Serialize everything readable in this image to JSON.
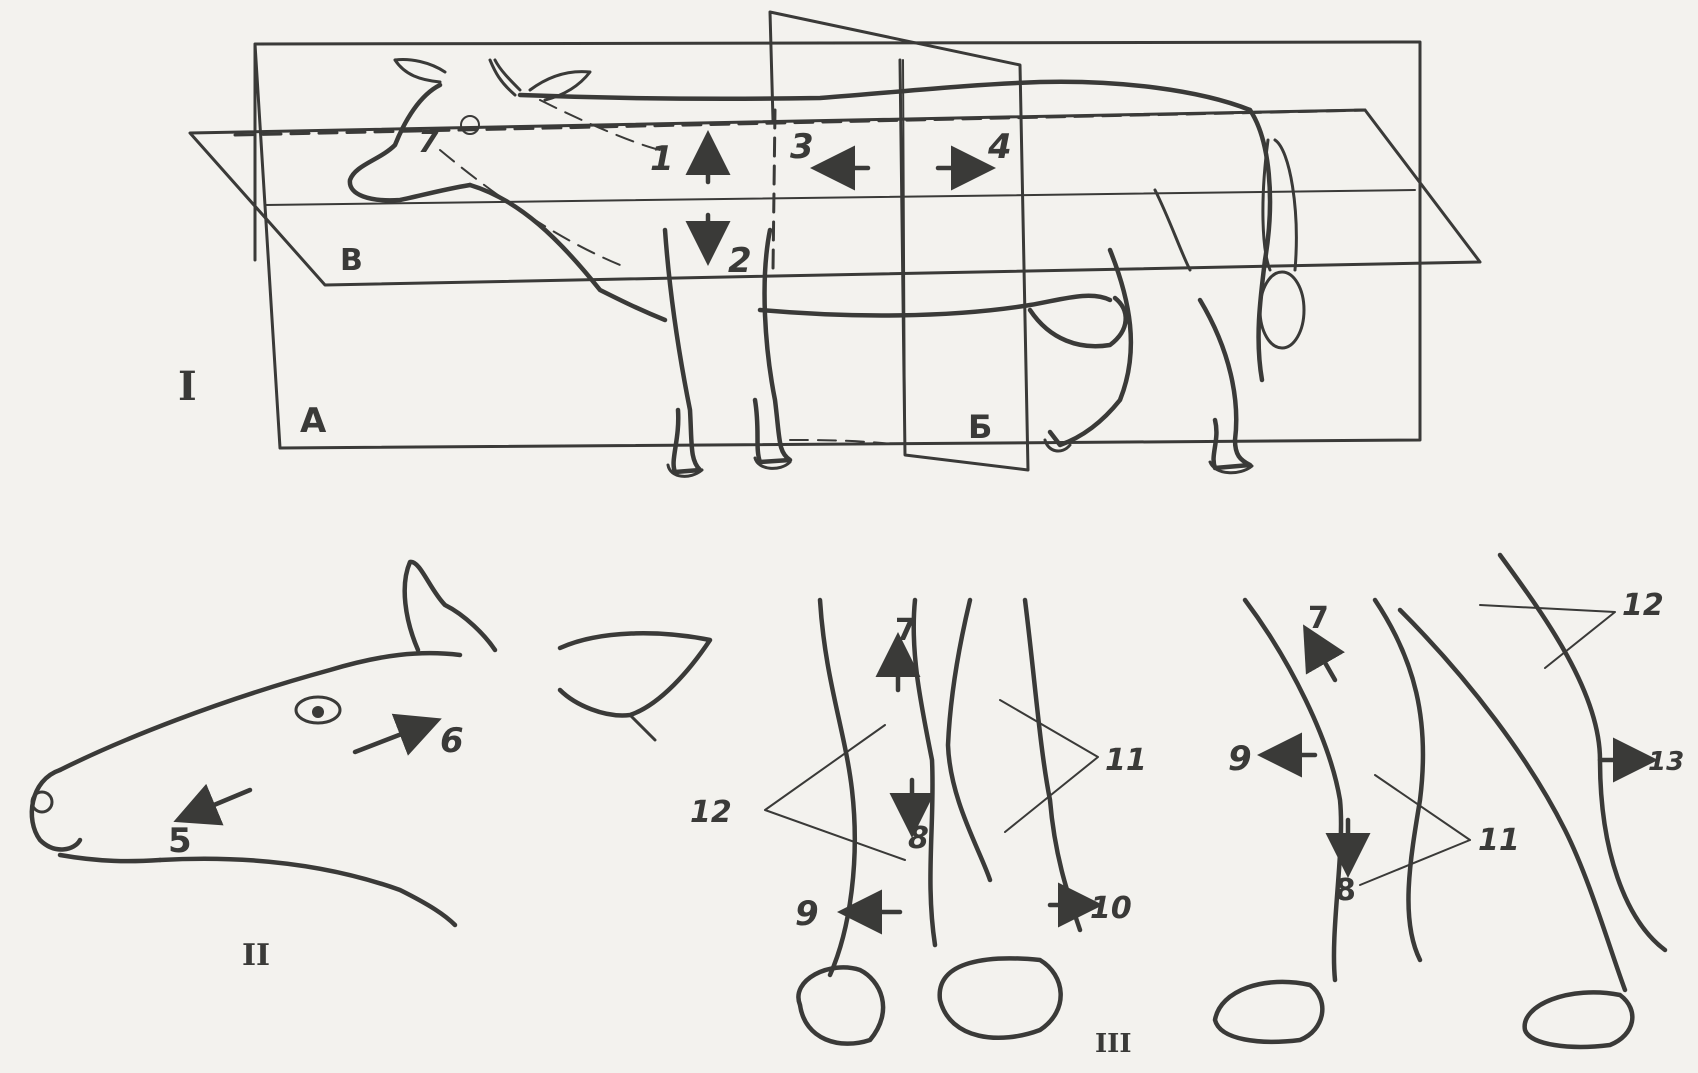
{
  "figure_I": {
    "roman": "I",
    "plane_labels": {
      "a": "A",
      "b": "Б",
      "c": "В"
    },
    "direction_labels": {
      "n1": "1",
      "n2": "2",
      "n3": "3",
      "n4": "4",
      "n7": "7"
    }
  },
  "figure_II": {
    "roman": "II",
    "direction_labels": {
      "n5": "5",
      "n6": "6"
    }
  },
  "figure_III": {
    "roman": "III",
    "left_labels": {
      "n7": "7",
      "n8": "8",
      "n9": "9",
      "n10": "10",
      "n11": "11",
      "n12": "12"
    },
    "right_labels": {
      "n7": "7",
      "n8": "8",
      "n9": "9",
      "n11": "11",
      "n12": "12",
      "n13": "13"
    }
  },
  "colors": {
    "ink": "#3a3a38",
    "paper": "#f3f2ee"
  }
}
